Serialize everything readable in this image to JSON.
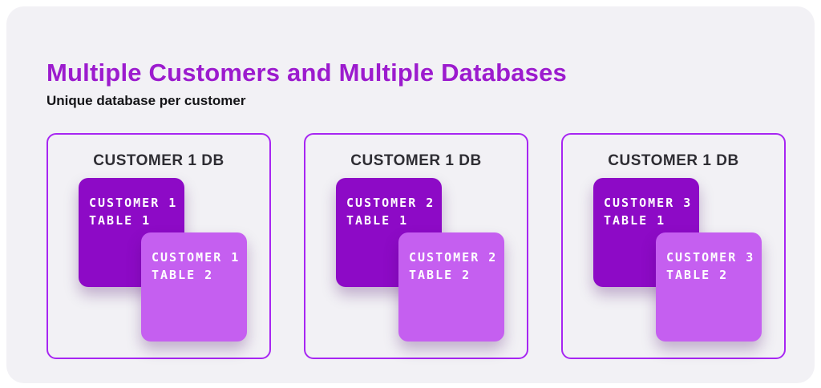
{
  "page": {
    "title": "Multiple Customers and Multiple Databases",
    "subtitle": "Unique database per customer"
  },
  "colors": {
    "title_purple": "#9c1bce",
    "container_border_purple": "#a726f2",
    "table1_card_dark_purple": "#8d0ac6",
    "table2_card_light_purple": "#c55ff0",
    "panel_background_gray": "#f2f1f5",
    "heading_dark": "#2e2d33",
    "card_text_white": "#ffffff"
  },
  "databases": [
    {
      "heading": "CUSTOMER 1 DB",
      "tables": [
        {
          "line1": "CUSTOMER 1",
          "line2": "TABLE 1"
        },
        {
          "line1": "CUSTOMER 1",
          "line2": "TABLE 2"
        }
      ]
    },
    {
      "heading": "CUSTOMER 1 DB",
      "tables": [
        {
          "line1": "CUSTOMER 2",
          "line2": "TABLE 1"
        },
        {
          "line1": "CUSTOMER 2",
          "line2": "TABLE 2"
        }
      ]
    },
    {
      "heading": "CUSTOMER 1 DB",
      "tables": [
        {
          "line1": "CUSTOMER 3",
          "line2": "TABLE 1"
        },
        {
          "line1": "CUSTOMER 3",
          "line2": "TABLE 2"
        }
      ]
    }
  ]
}
